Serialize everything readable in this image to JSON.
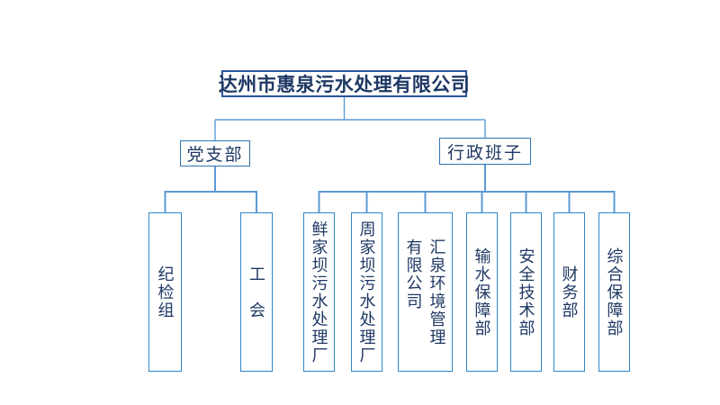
{
  "colors": {
    "text": "#1F3864",
    "root_border": "#29549B",
    "branch_border": "#2E75B6",
    "leaf_border": "#2E86C9",
    "connector": "#5B9BD5",
    "background": "#FFFFFF"
  },
  "org_chart": {
    "root": {
      "label": "达州市惠泉污水处理有限公司"
    },
    "party_branch": {
      "label": "党支部",
      "children": [
        {
          "label": "纪检组"
        },
        {
          "label": "工　会"
        }
      ]
    },
    "admin_team": {
      "label": "行政班子",
      "children": [
        {
          "label": "鲜家坝污水处理厂"
        },
        {
          "label": "周家坝污水处理厂"
        },
        {
          "label": "汇泉环境管理\n有限公司"
        },
        {
          "label": "输水保障部"
        },
        {
          "label": "安全技术部"
        },
        {
          "label": "财务部"
        },
        {
          "label": "综合保障部"
        }
      ]
    }
  }
}
